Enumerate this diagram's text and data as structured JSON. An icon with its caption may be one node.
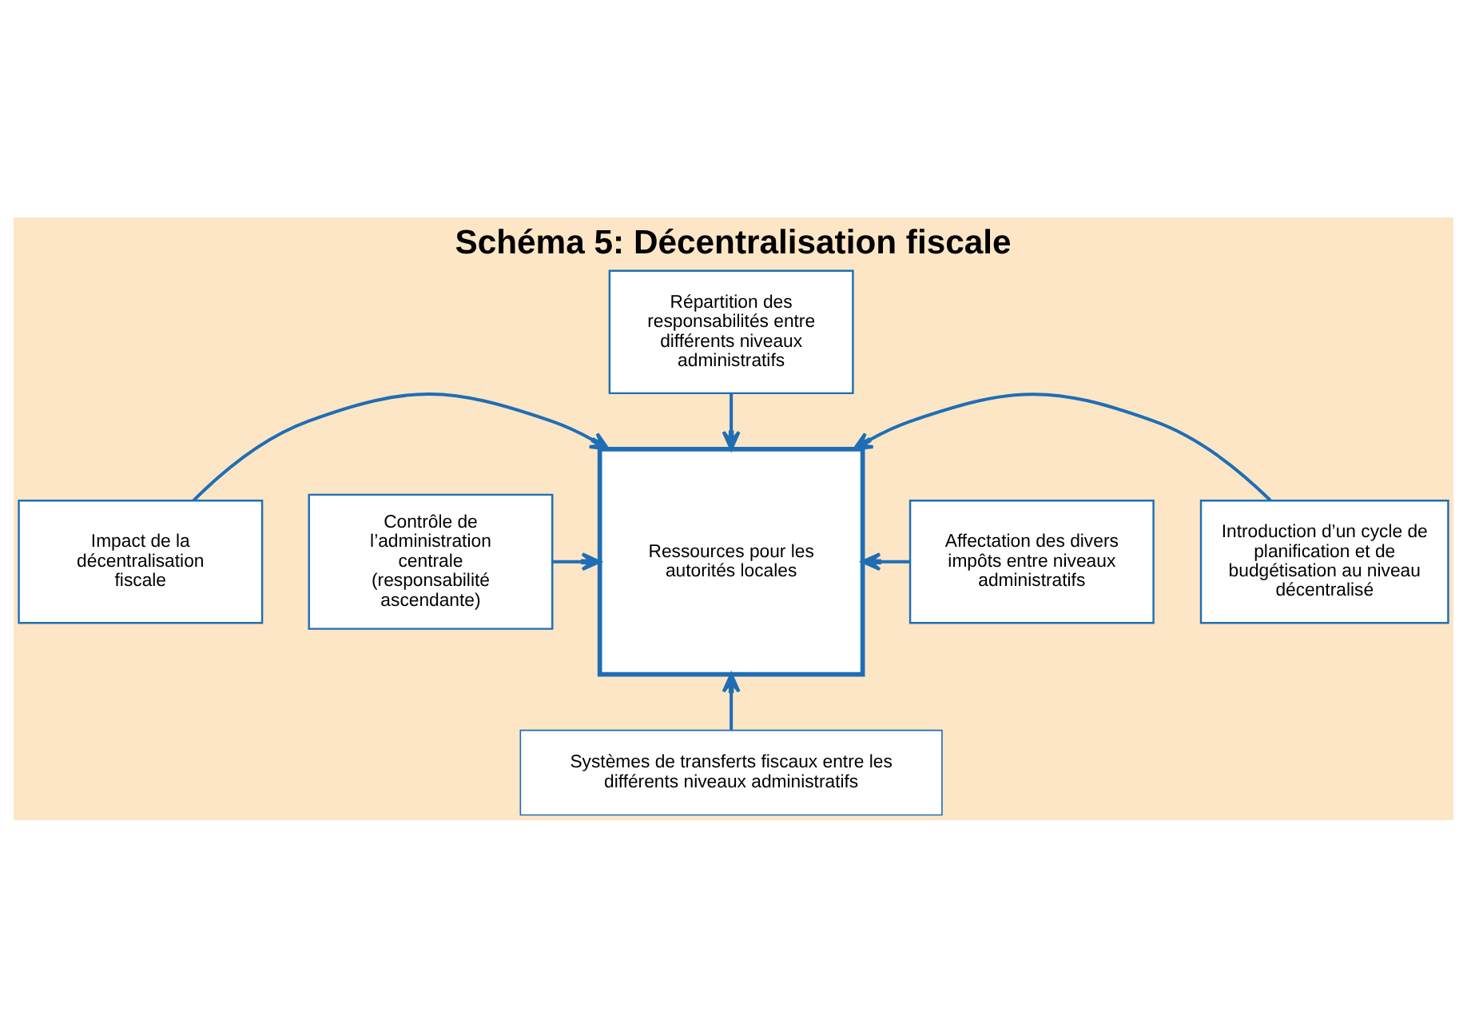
{
  "diagram": {
    "title": "Schéma 5: Décentralisation fiscale",
    "nodes": [
      {
        "text": [
          "Répartition des responsabilités entre différents niveaux administratifs"
        ]
      },
      {
        "text": [
          "Impact de la décentralisation fiscale"
        ]
      },
      {
        "text": [
          "Introduction d’un cycle de planification et de budgétisation au niveau décentralisé"
        ]
      },
      {
        "text": [
          "Ressources pour les autorités locales"
        ]
      },
      {
        "text": [
          "Contrôle de l’administration centrale (responsabilité ascendante)"
        ]
      },
      {
        "text": [
          "Affectation des divers impôts entre niveaux administratifs"
        ]
      },
      {
        "text": [
          "Systèmes de transferts fiscaux entre les différents niveaux administratifs"
        ]
      }
    ],
    "edges": [
      {
        "from": 0,
        "to": 3,
        "arrow": "to"
      },
      {
        "from": 1,
        "to": 3,
        "arrow": "to"
      },
      {
        "from": 2,
        "to": 3,
        "arrow": "to"
      },
      {
        "from": 4,
        "to": 3,
        "arrow": "to"
      },
      {
        "from": 5,
        "to": 3,
        "arrow": "to"
      },
      {
        "from": 6,
        "to": 3,
        "arrow": "to"
      }
    ]
  }
}
